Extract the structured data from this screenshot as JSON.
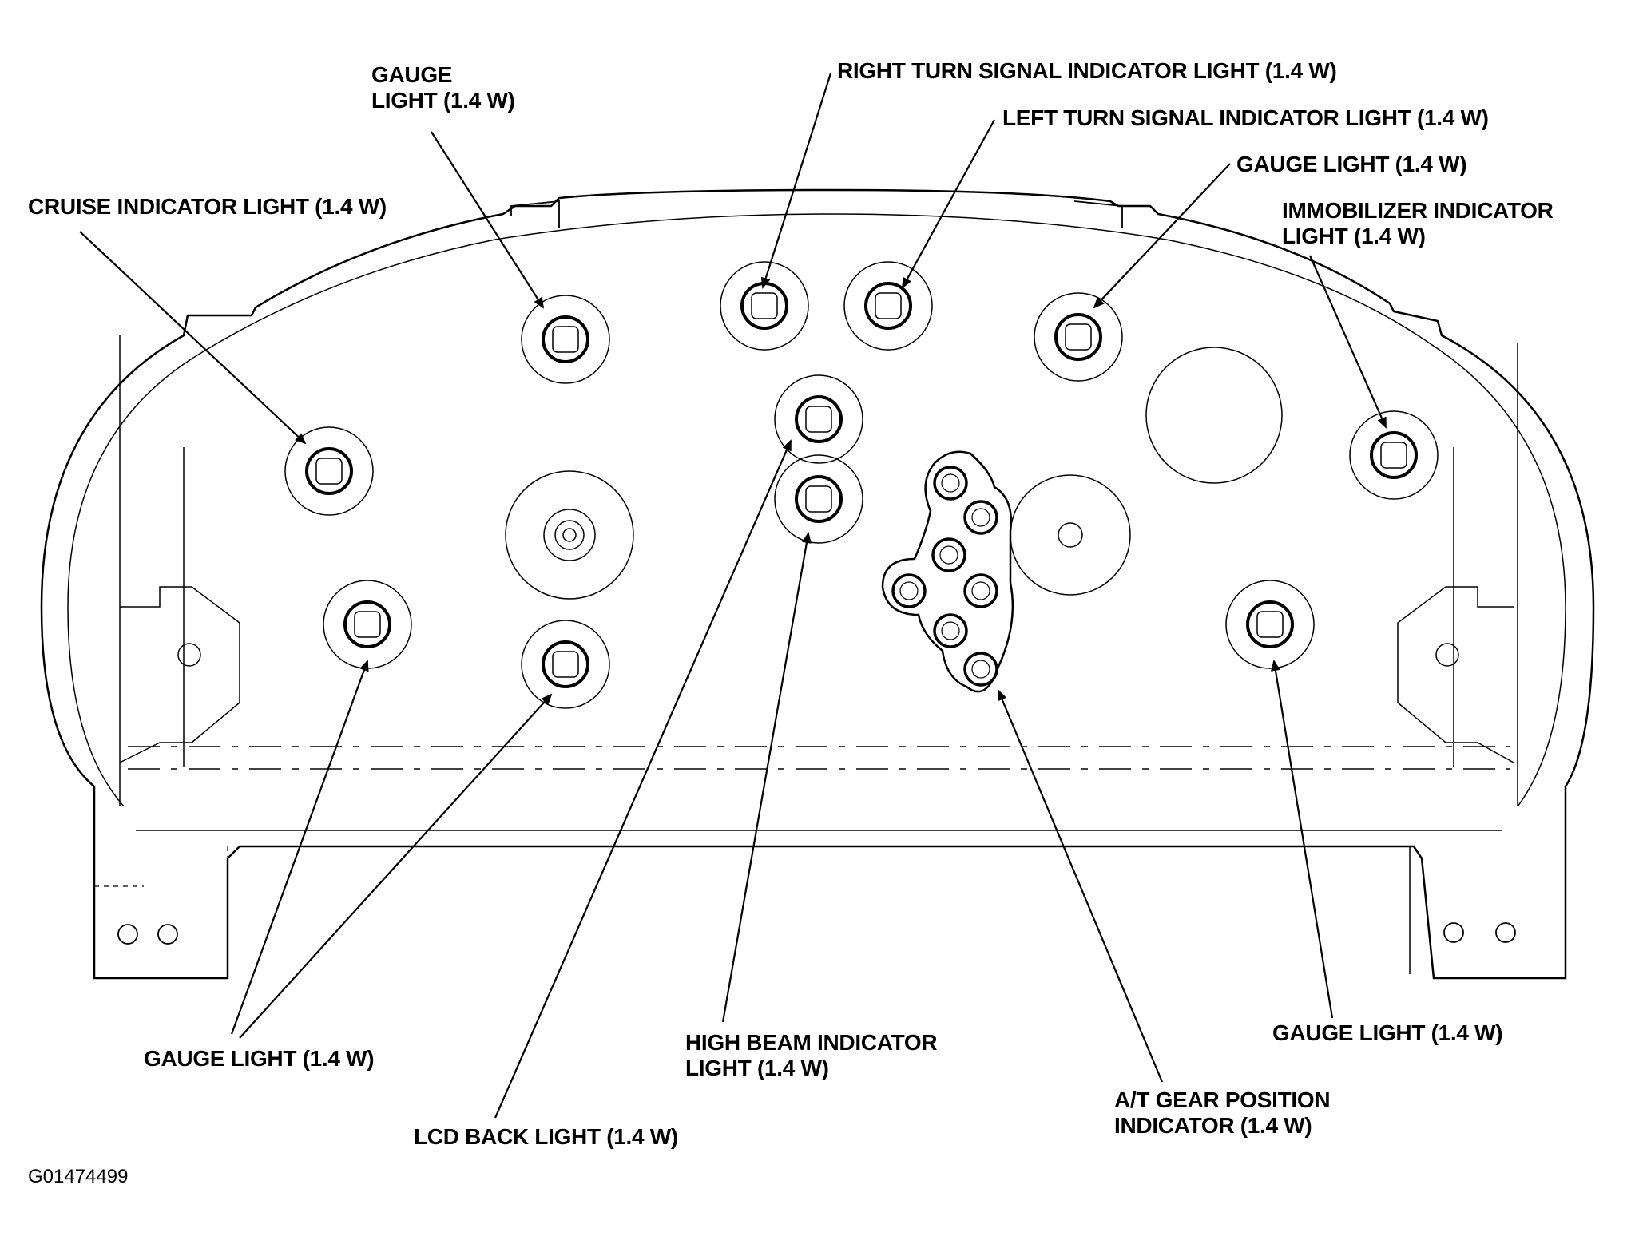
{
  "callouts": {
    "gauge_light_top_left": [
      "GAUGE",
      "LIGHT (1.4 W)"
    ],
    "right_turn_signal": "RIGHT TURN SIGNAL INDICATOR LIGHT (1.4 W)",
    "left_turn_signal": "LEFT TURN SIGNAL INDICATOR LIGHT (1.4 W)",
    "gauge_light_top_right": "GAUGE LIGHT (1.4 W)",
    "cruise_indicator": "CRUISE INDICATOR LIGHT (1.4 W)",
    "immobilizer_indicator": [
      "IMMOBILIZER INDICATOR",
      "LIGHT (1.4 W)"
    ],
    "gauge_light_bottom_left": "GAUGE LIGHT (1.4 W)",
    "lcd_back_light": "LCD BACK LIGHT (1.4 W)",
    "high_beam_indicator": [
      "HIGH BEAM INDICATOR",
      "LIGHT (1.4 W)"
    ],
    "at_gear_position": [
      "A/T GEAR POSITION",
      "INDICATOR (1.4 W)"
    ],
    "gauge_light_bottom_right": "GAUGE LIGHT (1.4 W)"
  },
  "figure_id": "G01474499",
  "colors": {
    "line": "#000000",
    "background": "#ffffff"
  }
}
